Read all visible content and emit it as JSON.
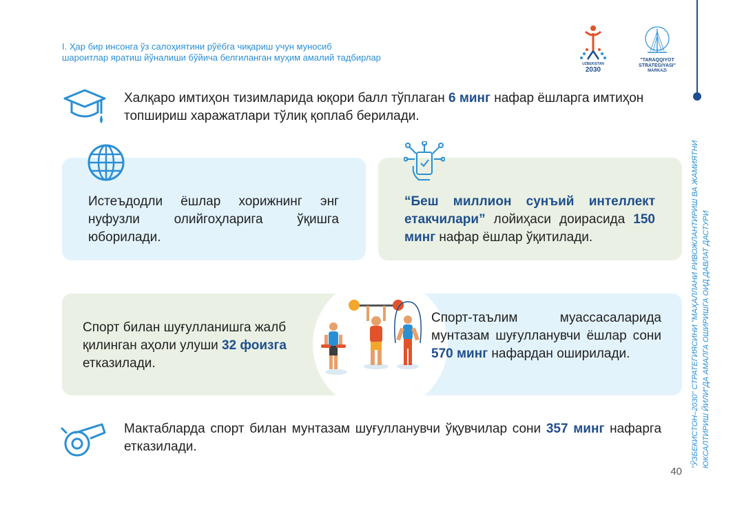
{
  "header": {
    "line1": "I. Ҳар бир инсонга ўз салоҳиятини рўёбга чиқариш учун муносиб",
    "line2": "шароитлар яратиш йўналиши бўйича белгиланган муҳим амалий тадбирлар"
  },
  "logos": {
    "uzbekistan_label": "UZBEKISTAN",
    "uzbekistan_year": "2030",
    "taraqqiyot_name": "\"TARAQQIYOT STRATEGIYASI\"",
    "taraqqiyot_sub": "MARKAZI"
  },
  "sidebar": {
    "text": "\"ЎЗБЕКИСТОН–2030\" СТРАТЕГИЯСИНИ \"МАҲАЛЛАНИ РИВОЖЛАНТИРИШ ВА ЖАМИЯТНИ ЮКСАЛТИРИШ ЙИЛИ\"ДА АМАЛГА ОШИРИШГА ОИД ДАВЛАТ ДАСТУРИ"
  },
  "item1": {
    "icon": "graduation-cap-icon",
    "before": "Халқаро имтиҳон тизимларида юқори балл тўплаган ",
    "highlight": "6 минг",
    "after": " нафар ёшларга имтиҳон топшириш харажатлари тўлиқ қоплаб берилади."
  },
  "item2": {
    "icon": "globe-icon",
    "text": "Истеъдодли ёшлар хорижнинг энг нуфузли олийгоҳларига ўқишга юборилади."
  },
  "item3": {
    "icon": "ai-hand-icon",
    "highlight1": "“Беш миллион сунъий интеллект етакчилари”",
    "middle": " лойиҳаси доирасида ",
    "highlight2": "150 минг",
    "after": " нафар ёшлар ўқитилади."
  },
  "item4": {
    "before": "Спорт билан шуғулланишга жалб қилинган аҳоли улуши ",
    "highlight": "32 фоизга",
    "after": " етказилади."
  },
  "item5": {
    "before": "Спорт-таълим муассасаларида мунтазам шуғулланувчи ёшлар сони ",
    "highlight": "570 минг",
    "after": " нафардан оширилади."
  },
  "item6": {
    "icon": "whistle-icon",
    "before": "Мактабларда спорт билан мунтазам шуғулланувчи ўқувчилар сони ",
    "highlight": "357 минг",
    "after": " нафарга етказилади."
  },
  "page_number": "40",
  "colors": {
    "accent_blue": "#2a8fd4",
    "dark_blue": "#1f4e8c",
    "card_blue": "#e3f3fc",
    "card_green": "#eaf1e4"
  }
}
